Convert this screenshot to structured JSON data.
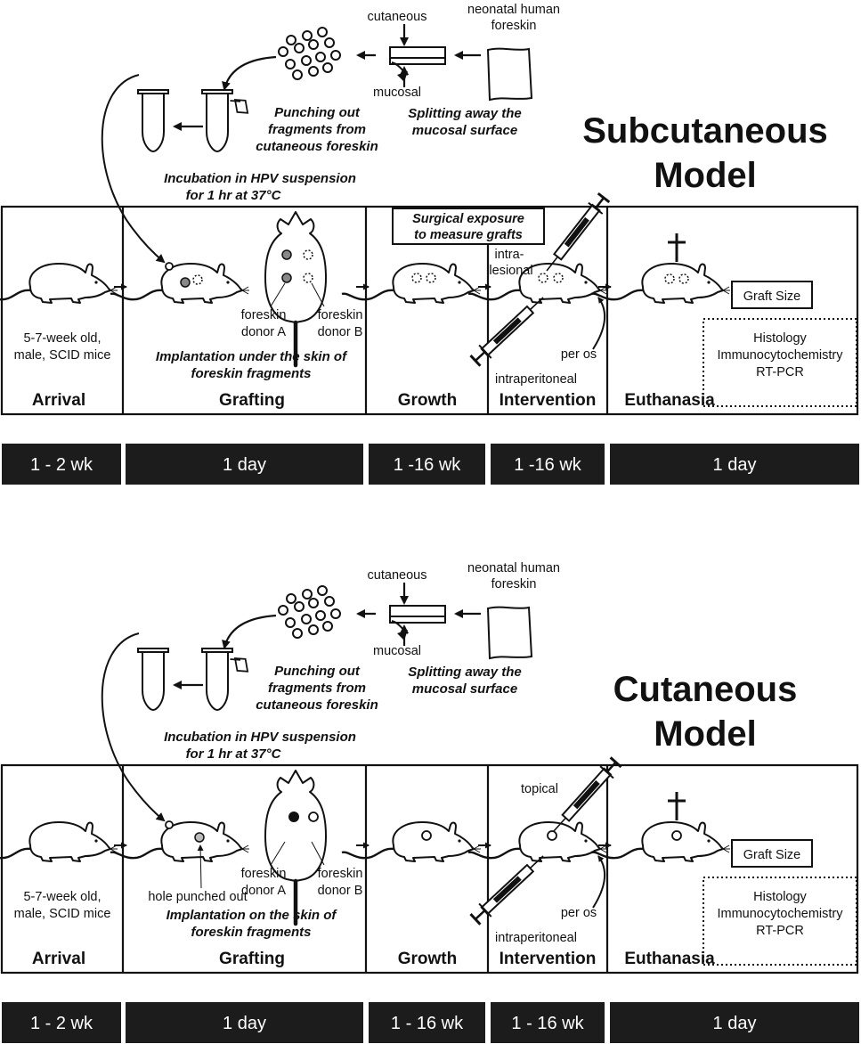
{
  "panels": [
    {
      "heading_line1": "Subcutaneous",
      "heading_line2": "Model",
      "prep": {
        "foreskin_label_line1": "neonatal human",
        "foreskin_label_line2": "foreskin",
        "cutaneous_label": "cutaneous",
        "mucosal_label": "mucosal",
        "split_caption_line1": "Splitting away the",
        "split_caption_line2": "mucosal surface",
        "punch_caption_line1": "Punching out",
        "punch_caption_line2": "fragments from",
        "punch_caption_line3": "cutaneous foreskin",
        "incubation_line1": "Incubation in HPV suspension",
        "incubation_line2": "for 1 hr at 37°C"
      },
      "arrival": {
        "mice_line1": "5-7-week old,",
        "mice_line2": "male, SCID mice",
        "stage": "Arrival"
      },
      "grafting": {
        "donor_a_line1": "foreskin",
        "donor_a_line2": "donor A",
        "donor_b_line1": "foreskin",
        "donor_b_line2": "donor B",
        "caption_line1": "Implantation under the skin of",
        "caption_line2": "foreskin fragments",
        "stage": "Grafting"
      },
      "growth": {
        "stage": "Growth",
        "surgical_line1": "Surgical exposure",
        "surgical_line2": "to measure grafts"
      },
      "intervention": {
        "route_top_line1": "intra-",
        "route_top_line2": "lesional",
        "per_os": "per os",
        "intraperitoneal": "intraperitoneal",
        "stage": "Intervention"
      },
      "euthanasia": {
        "graft_size": "Graft Size",
        "assay_line1": "Histology",
        "assay_line2": "Immunocytochemistry",
        "assay_line3": "RT-PCR",
        "stage": "Euthanasia"
      },
      "durations": [
        "1 - 2 wk",
        "1 day",
        "1 -16 wk",
        "1 -16 wk",
        "1 day"
      ]
    },
    {
      "heading_line1": "Cutaneous",
      "heading_line2": "Model",
      "prep": {
        "foreskin_label_line1": "neonatal human",
        "foreskin_label_line2": "foreskin",
        "cutaneous_label": "cutaneous",
        "mucosal_label": "mucosal",
        "split_caption_line1": "Splitting away the",
        "split_caption_line2": "mucosal surface",
        "punch_caption_line1": "Punching out",
        "punch_caption_line2": "fragments from",
        "punch_caption_line3": "cutaneous foreskin",
        "incubation_line1": "Incubation in HPV suspension",
        "incubation_line2": "for 1 hr at 37°C"
      },
      "arrival": {
        "mice_line1": "5-7-week old,",
        "mice_line2": "male, SCID mice",
        "stage": "Arrival"
      },
      "grafting": {
        "donor_a_line1": "foreskin",
        "donor_a_line2": "donor A",
        "donor_b_line1": "foreskin",
        "donor_b_line2": "donor B",
        "hole_label": "hole punched out",
        "caption_line1": "Implantation on the skin of",
        "caption_line2": "foreskin fragments",
        "stage": "Grafting"
      },
      "growth": {
        "stage": "Growth"
      },
      "intervention": {
        "route_top": "topical",
        "per_os": "per os",
        "intraperitoneal": "intraperitoneal",
        "stage": "Intervention"
      },
      "euthanasia": {
        "graft_size": "Graft Size",
        "assay_line1": "Histology",
        "assay_line2": "Immunocytochemistry",
        "assay_line3": "RT-PCR",
        "stage": "Euthanasia"
      },
      "durations": [
        "1 - 2 wk",
        "1 day",
        "1 - 16 wk",
        "1 - 16 wk",
        "1 day"
      ]
    }
  ],
  "colors": {
    "ink": "#111111",
    "bar": "#1c1c1c",
    "background": "#ffffff"
  }
}
